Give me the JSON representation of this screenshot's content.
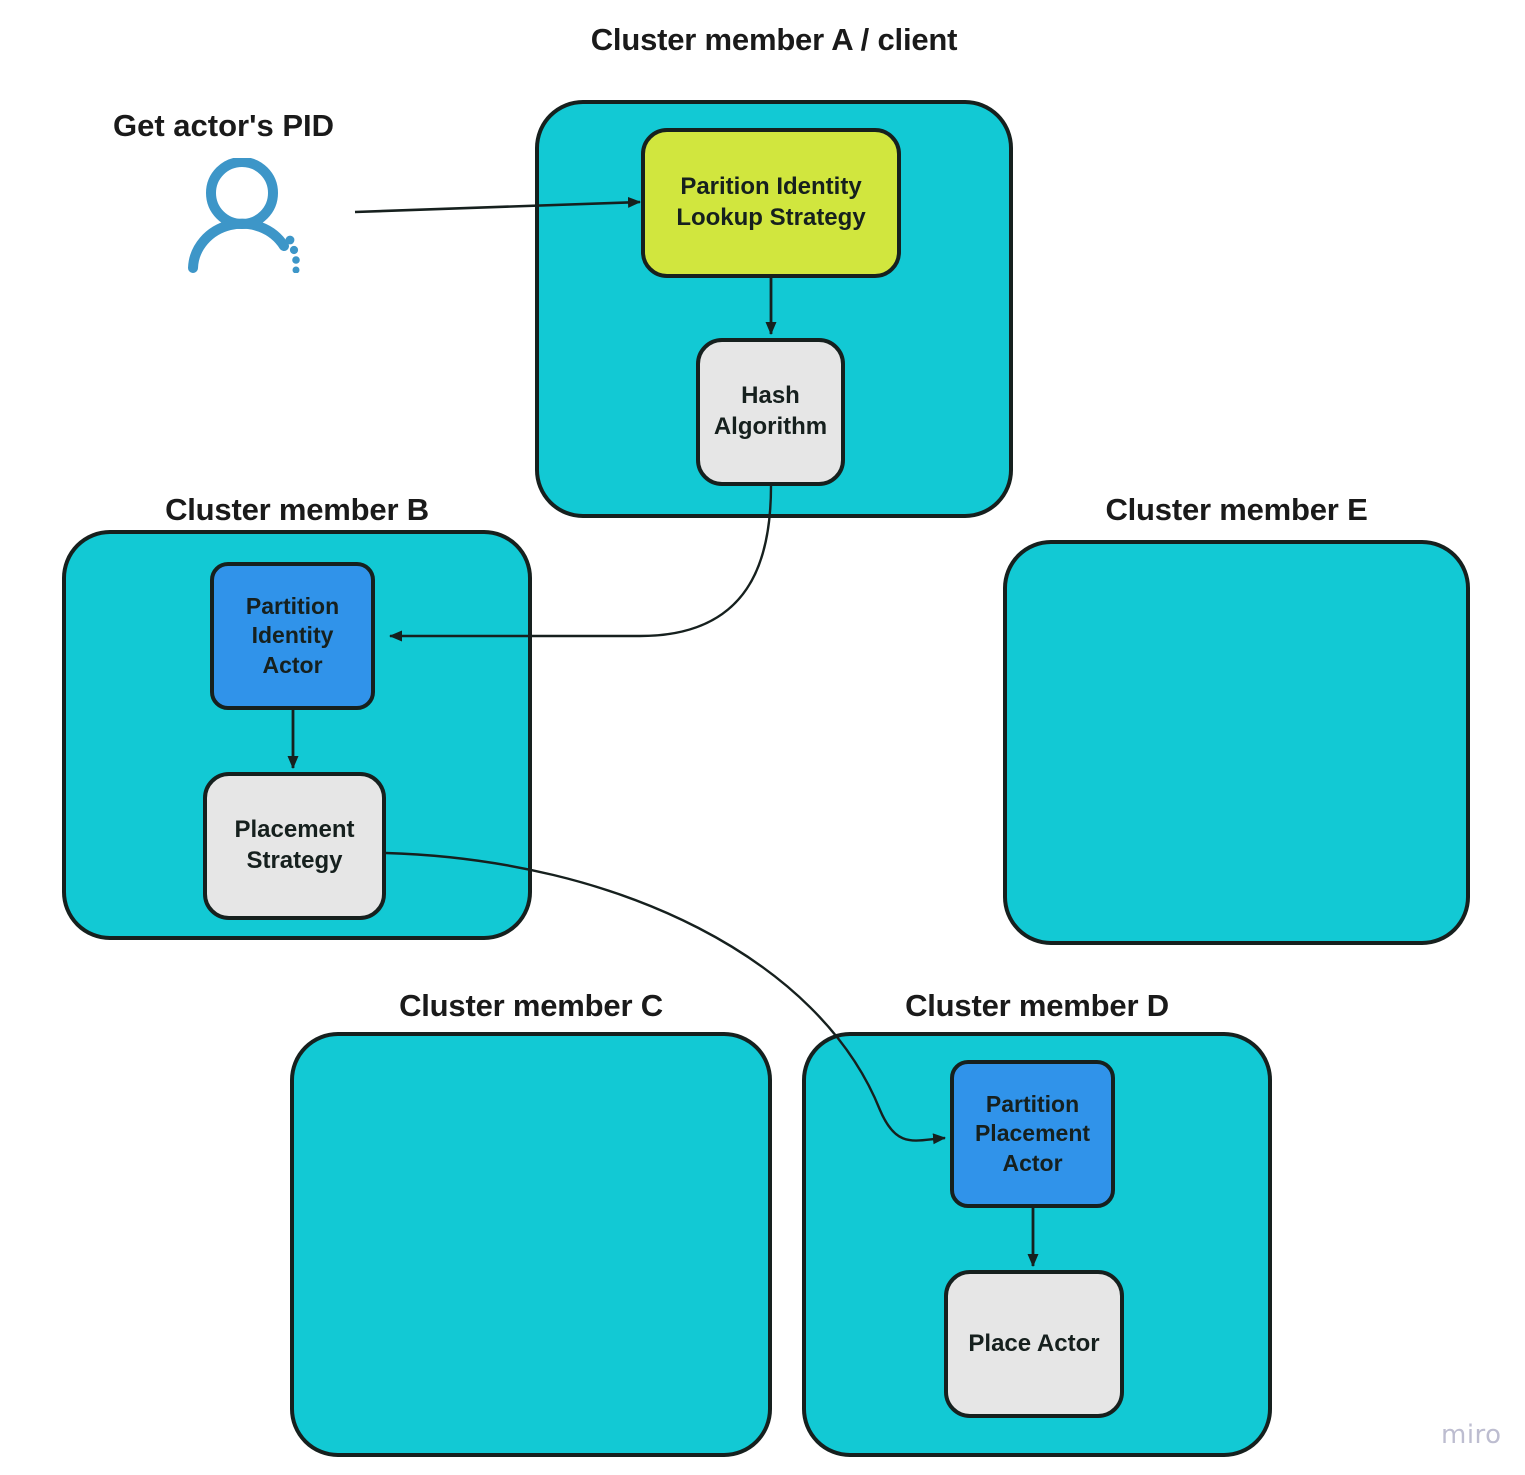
{
  "diagram": {
    "title_area": {
      "actor_prompt": "Get actor's PID"
    },
    "watermark": "miro",
    "colors": {
      "cluster_fill": "#12C9D4",
      "strategy_green": "#D1E63E",
      "actor_blue": "#3093EA",
      "node_grey": "#E6E6E6",
      "stroke": "#16201e",
      "user_icon": "#3D96C8",
      "watermark": "#bdbdd0"
    },
    "clusters": [
      {
        "id": "A",
        "label": "Cluster member A / client",
        "nodes": [
          {
            "id": "partition-identity-lookup-strategy",
            "label": "Parition Identity\nLookup Strategy",
            "style": "green"
          },
          {
            "id": "hash-algorithm",
            "label": "Hash\nAlgorithm",
            "style": "grey"
          }
        ]
      },
      {
        "id": "B",
        "label": "Cluster member B",
        "nodes": [
          {
            "id": "partition-identity-actor",
            "label": "Partition\nIdentity\nActor",
            "style": "blue"
          },
          {
            "id": "placement-strategy",
            "label": "Placement\nStrategy",
            "style": "grey"
          }
        ]
      },
      {
        "id": "C",
        "label": "Cluster member C",
        "nodes": []
      },
      {
        "id": "D",
        "label": "Cluster member D",
        "nodes": [
          {
            "id": "partition-placement-actor",
            "label": "Partition\nPlacement\nActor",
            "style": "blue"
          },
          {
            "id": "place-actor",
            "label": "Place Actor",
            "style": "grey"
          }
        ]
      },
      {
        "id": "E",
        "label": "Cluster member E",
        "nodes": []
      }
    ],
    "edges": [
      {
        "id": "user-to-lookup-strategy",
        "from": "user-icon",
        "to": "partition-identity-lookup-strategy"
      },
      {
        "id": "lookup-strategy-to-hash",
        "from": "partition-identity-lookup-strategy",
        "to": "hash-algorithm"
      },
      {
        "id": "hash-to-identity-actor",
        "from": "hash-algorithm",
        "to": "partition-identity-actor"
      },
      {
        "id": "identity-actor-to-placement-strategy",
        "from": "partition-identity-actor",
        "to": "placement-strategy"
      },
      {
        "id": "placement-strategy-to-placement-actor",
        "from": "placement-strategy",
        "to": "partition-placement-actor"
      },
      {
        "id": "placement-actor-to-place-actor",
        "from": "partition-placement-actor",
        "to": "place-actor"
      }
    ]
  }
}
